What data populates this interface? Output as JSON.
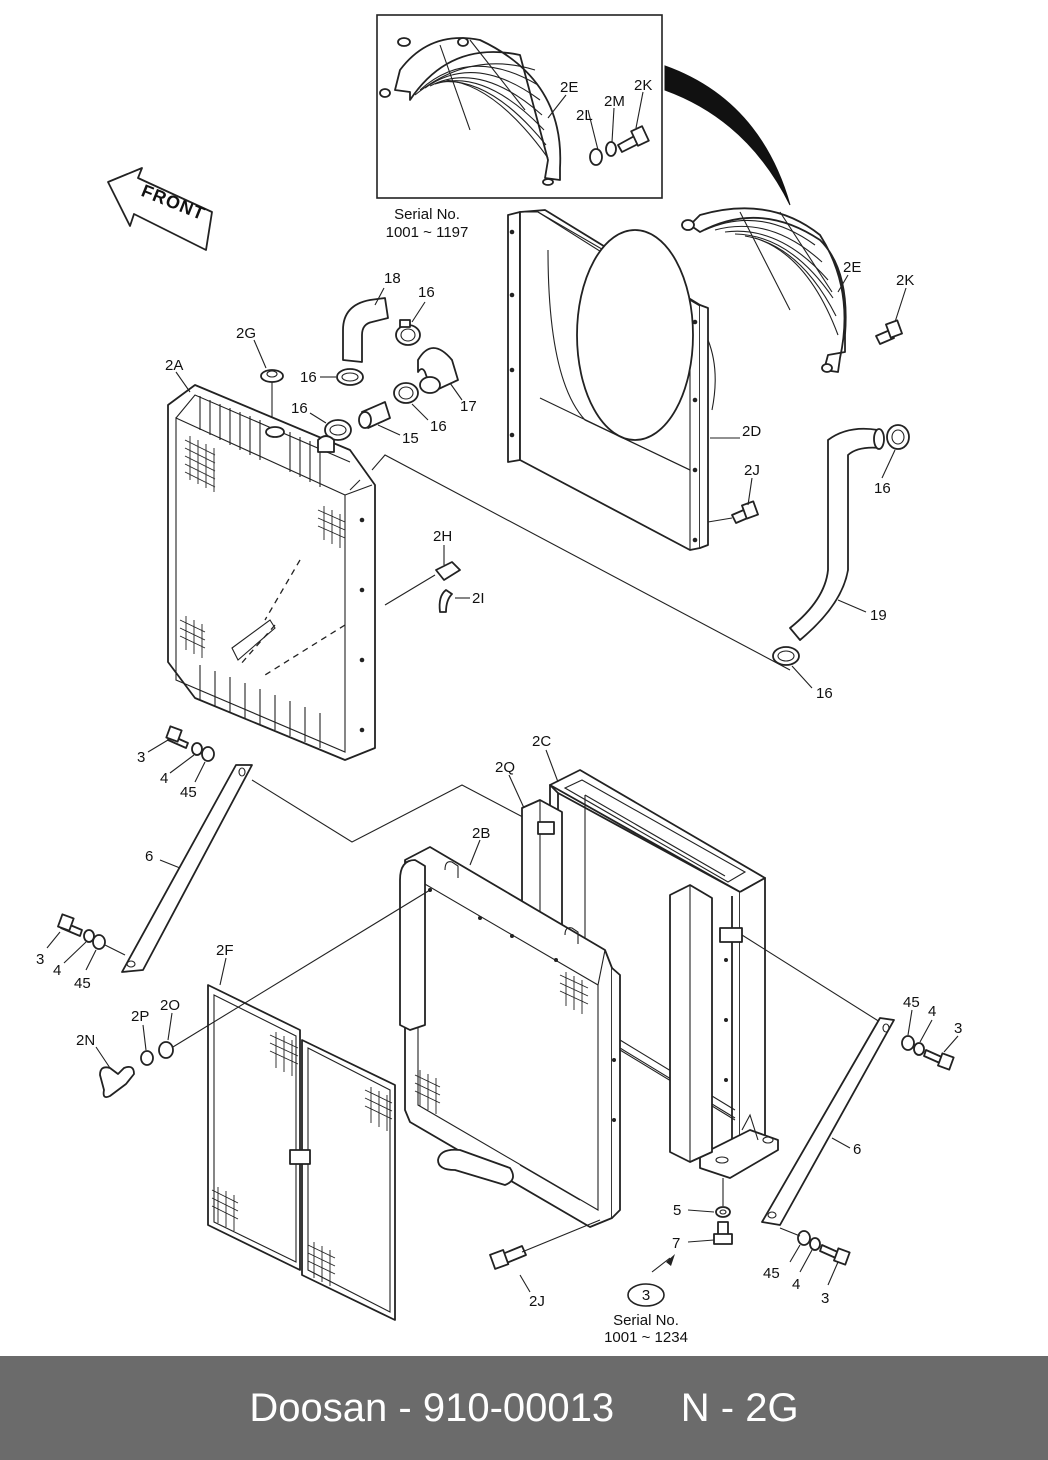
{
  "labels": {
    "l2E_inset": "2E",
    "l2K_inset": "2K",
    "l2M": "2M",
    "l2L": "2L",
    "l2E": "2E",
    "l2K": "2K",
    "l18": "18",
    "l16_a": "16",
    "l2G": "2G",
    "l16_b": "16",
    "l2A": "2A",
    "l16_c": "16",
    "l17": "17",
    "l16_d": "16",
    "l15": "15",
    "l2D": "2D",
    "l2J_top": "2J",
    "l16_e": "16",
    "l2H": "2H",
    "l2I": "2I",
    "l19": "19",
    "l16_f": "16",
    "l3_a": "3",
    "l4_a": "4",
    "l45_a": "45",
    "l6_a": "6",
    "l2C": "2C",
    "l2Q": "2Q",
    "l2B": "2B",
    "l3_b": "3",
    "l4_b": "4",
    "l45_b": "45",
    "l2F": "2F",
    "l2P": "2P",
    "l2O": "2O",
    "l2N": "2N",
    "l45_c": "45",
    "l4_c": "4",
    "l3_c": "3",
    "l6_b": "6",
    "l5": "5",
    "l7": "7",
    "l2J_bottom": "2J",
    "l45_d": "45",
    "l4_d": "4",
    "l3_d": "3"
  },
  "serial_top": {
    "line1": "Serial No.",
    "line2": "1001 ~ 1197"
  },
  "serial_bottom": {
    "circle": "3",
    "line1": "Serial No.",
    "line2": "1001 ~ 1234"
  },
  "front_arrow": "FRONT",
  "footer": "Doosan - 910-00013      N - 2G"
}
